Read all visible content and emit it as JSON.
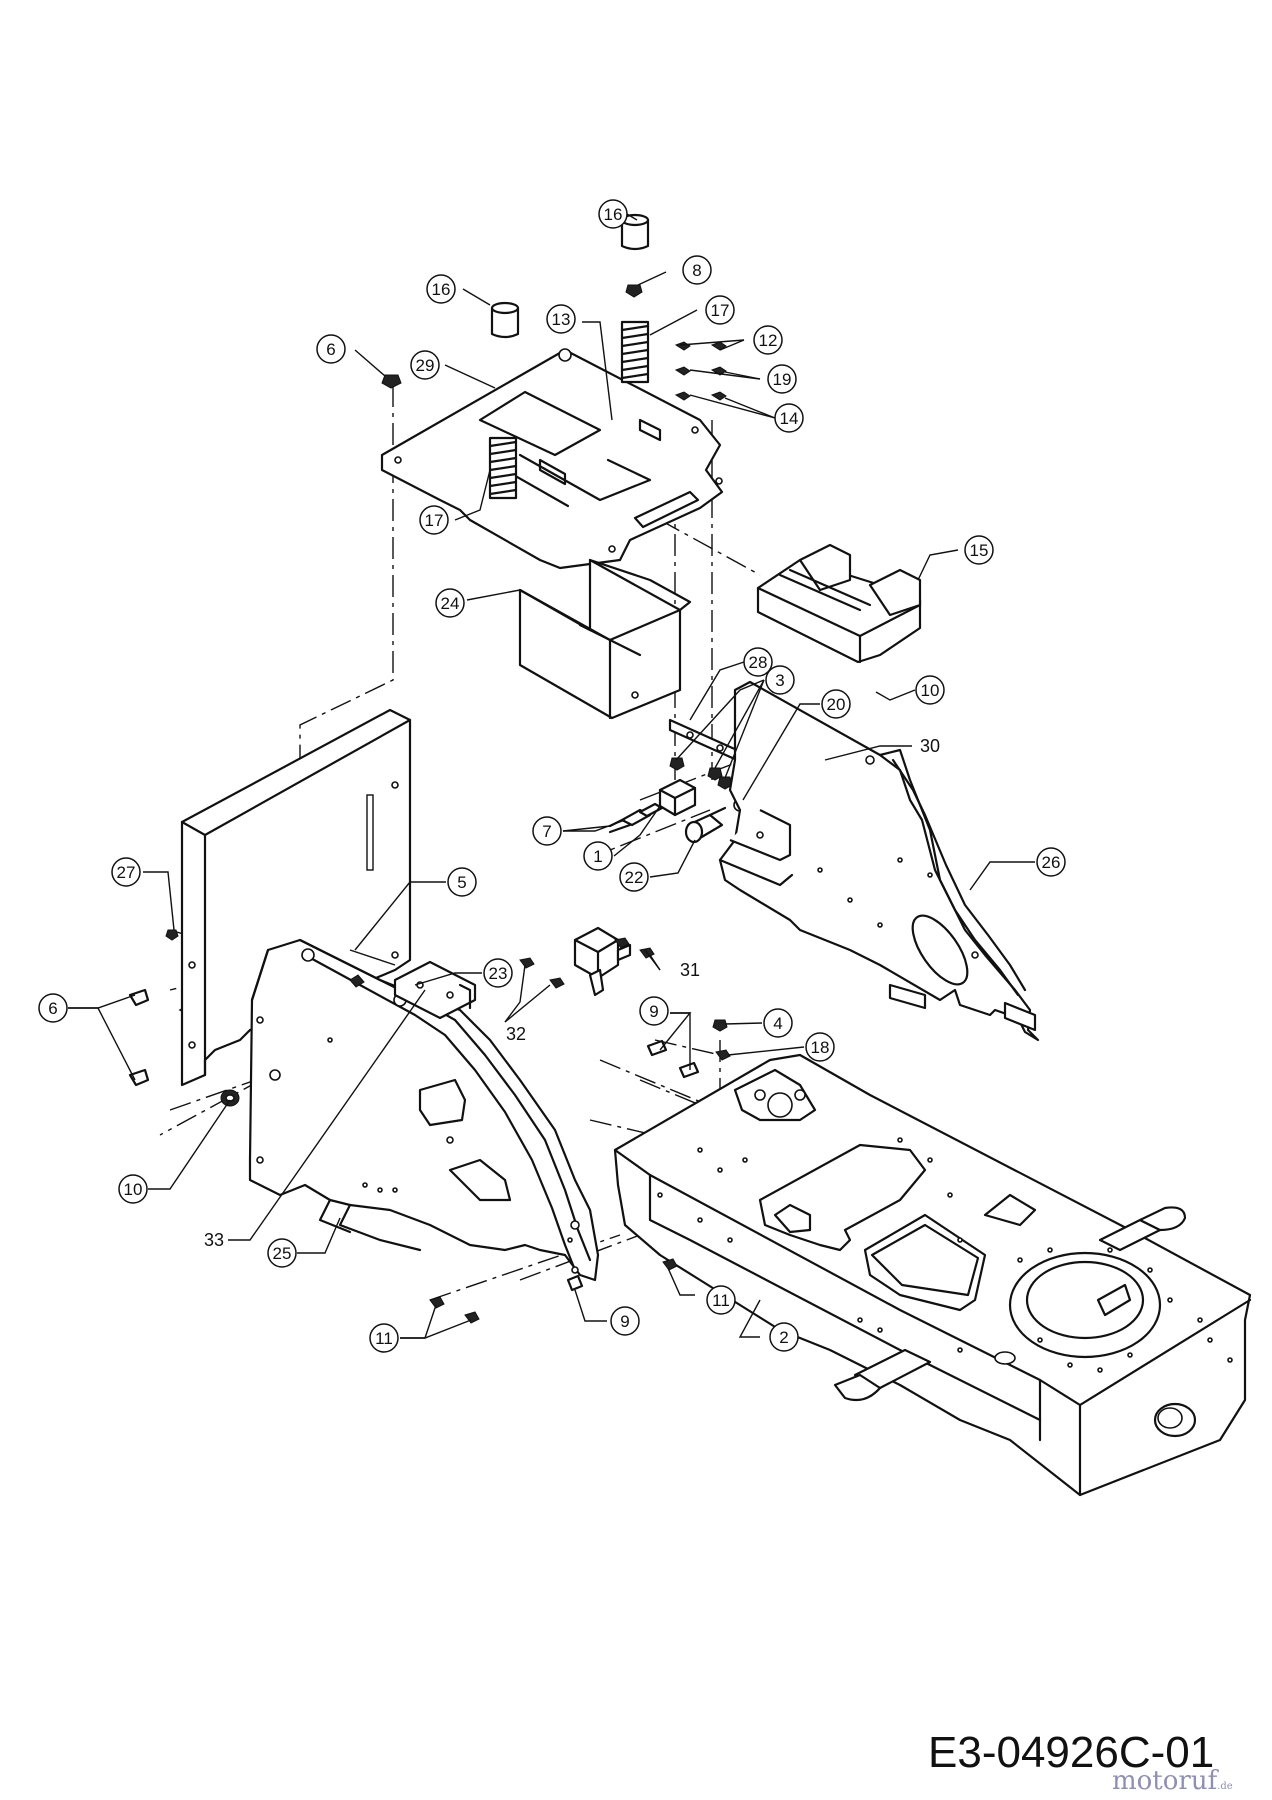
{
  "drawing_code": "E3-04926C-01",
  "watermark": "motoruf",
  "callouts": [
    {
      "id": "c16a",
      "label": "16"
    },
    {
      "id": "c8",
      "label": "8"
    },
    {
      "id": "c16b",
      "label": "16"
    },
    {
      "id": "c13",
      "label": "13"
    },
    {
      "id": "c17a",
      "label": "17"
    },
    {
      "id": "c12",
      "label": "12"
    },
    {
      "id": "c6a",
      "label": "6"
    },
    {
      "id": "c29",
      "label": "29"
    },
    {
      "id": "c19",
      "label": "19"
    },
    {
      "id": "c14",
      "label": "14"
    },
    {
      "id": "c17b",
      "label": "17"
    },
    {
      "id": "c15",
      "label": "15"
    },
    {
      "id": "c24",
      "label": "24"
    },
    {
      "id": "c28",
      "label": "28"
    },
    {
      "id": "c3",
      "label": "3"
    },
    {
      "id": "c20",
      "label": "20"
    },
    {
      "id": "c10a",
      "label": "10"
    },
    {
      "id": "c7",
      "label": "7"
    },
    {
      "id": "c1",
      "label": "1"
    },
    {
      "id": "c22",
      "label": "22"
    },
    {
      "id": "c26",
      "label": "26"
    },
    {
      "id": "c27",
      "label": "27"
    },
    {
      "id": "c5",
      "label": "5"
    },
    {
      "id": "c23",
      "label": "23"
    },
    {
      "id": "c6b",
      "label": "6"
    },
    {
      "id": "c9a",
      "label": "9"
    },
    {
      "id": "c4",
      "label": "4"
    },
    {
      "id": "c18",
      "label": "18"
    },
    {
      "id": "c10b",
      "label": "10"
    },
    {
      "id": "c25",
      "label": "25"
    },
    {
      "id": "c11a",
      "label": "11"
    },
    {
      "id": "c11b",
      "label": "11"
    },
    {
      "id": "c9b",
      "label": "9"
    },
    {
      "id": "c2",
      "label": "2"
    }
  ],
  "plain_labels": [
    {
      "id": "t30",
      "label": "30"
    },
    {
      "id": "t31",
      "label": "31"
    },
    {
      "id": "t32",
      "label": "32"
    },
    {
      "id": "t33",
      "label": "33"
    }
  ]
}
